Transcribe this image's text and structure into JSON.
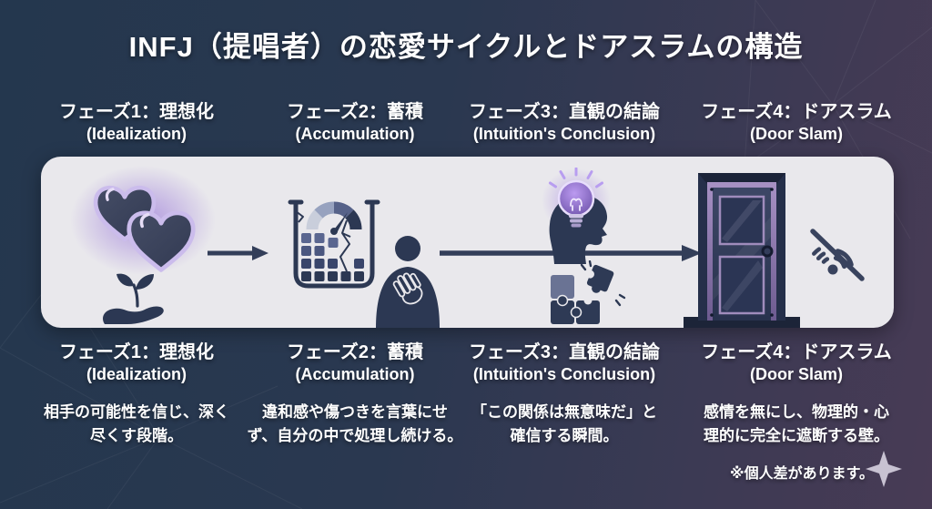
{
  "title": "INFJ（提唱者）の恋愛サイクルとドアスラムの構造",
  "phases": [
    {
      "label_ja": "フェーズ1：理想化",
      "label_en": "(Idealization)",
      "desc_line1": "相手の可能性を信じ、深く",
      "desc_line2": "尽くす段階。",
      "icons": [
        "glowing-hearts-icon",
        "hand-holding-sprout-icon"
      ]
    },
    {
      "label_ja": "フェーズ2：蓄積",
      "label_en": "(Accumulation)",
      "desc_line1": "違和感や傷つきを言葉にせ",
      "desc_line2": "ず、自分の中で処理し続ける。",
      "icons": [
        "stress-gauge-container-icon",
        "person-hand-on-chest-icon"
      ]
    },
    {
      "label_ja": "フェーズ3：直観の結論",
      "label_en": "(Intuition's Conclusion)",
      "desc_line1": "「この関係は無意味だ」と",
      "desc_line2": "確信する瞬間。",
      "icons": [
        "head-with-lightbulb-icon",
        "puzzle-pieces-icon"
      ]
    },
    {
      "label_ja": "フェーズ4：ドアスラム",
      "label_en": "(Door Slam)",
      "desc_line1": "感情を無にし、物理的・心",
      "desc_line2": "理的に完全に遮断する壁。",
      "icons": [
        "closed-door-icon",
        "wifi-off-icon"
      ]
    }
  ],
  "footnote": "※個人差があります。",
  "decorations": [
    "right-arrow-icon",
    "long-right-arrow-icon",
    "sparkle-icon",
    "background-mesh-lines"
  ],
  "colors": {
    "background_left": "#24374e",
    "background_right": "#483b55",
    "band": "#e9e8ec",
    "icon_navy": "#2c3853",
    "glow_purple": "#a78bdc",
    "door_frame_purple": "#8d7aa8",
    "text": "#ffffff"
  }
}
